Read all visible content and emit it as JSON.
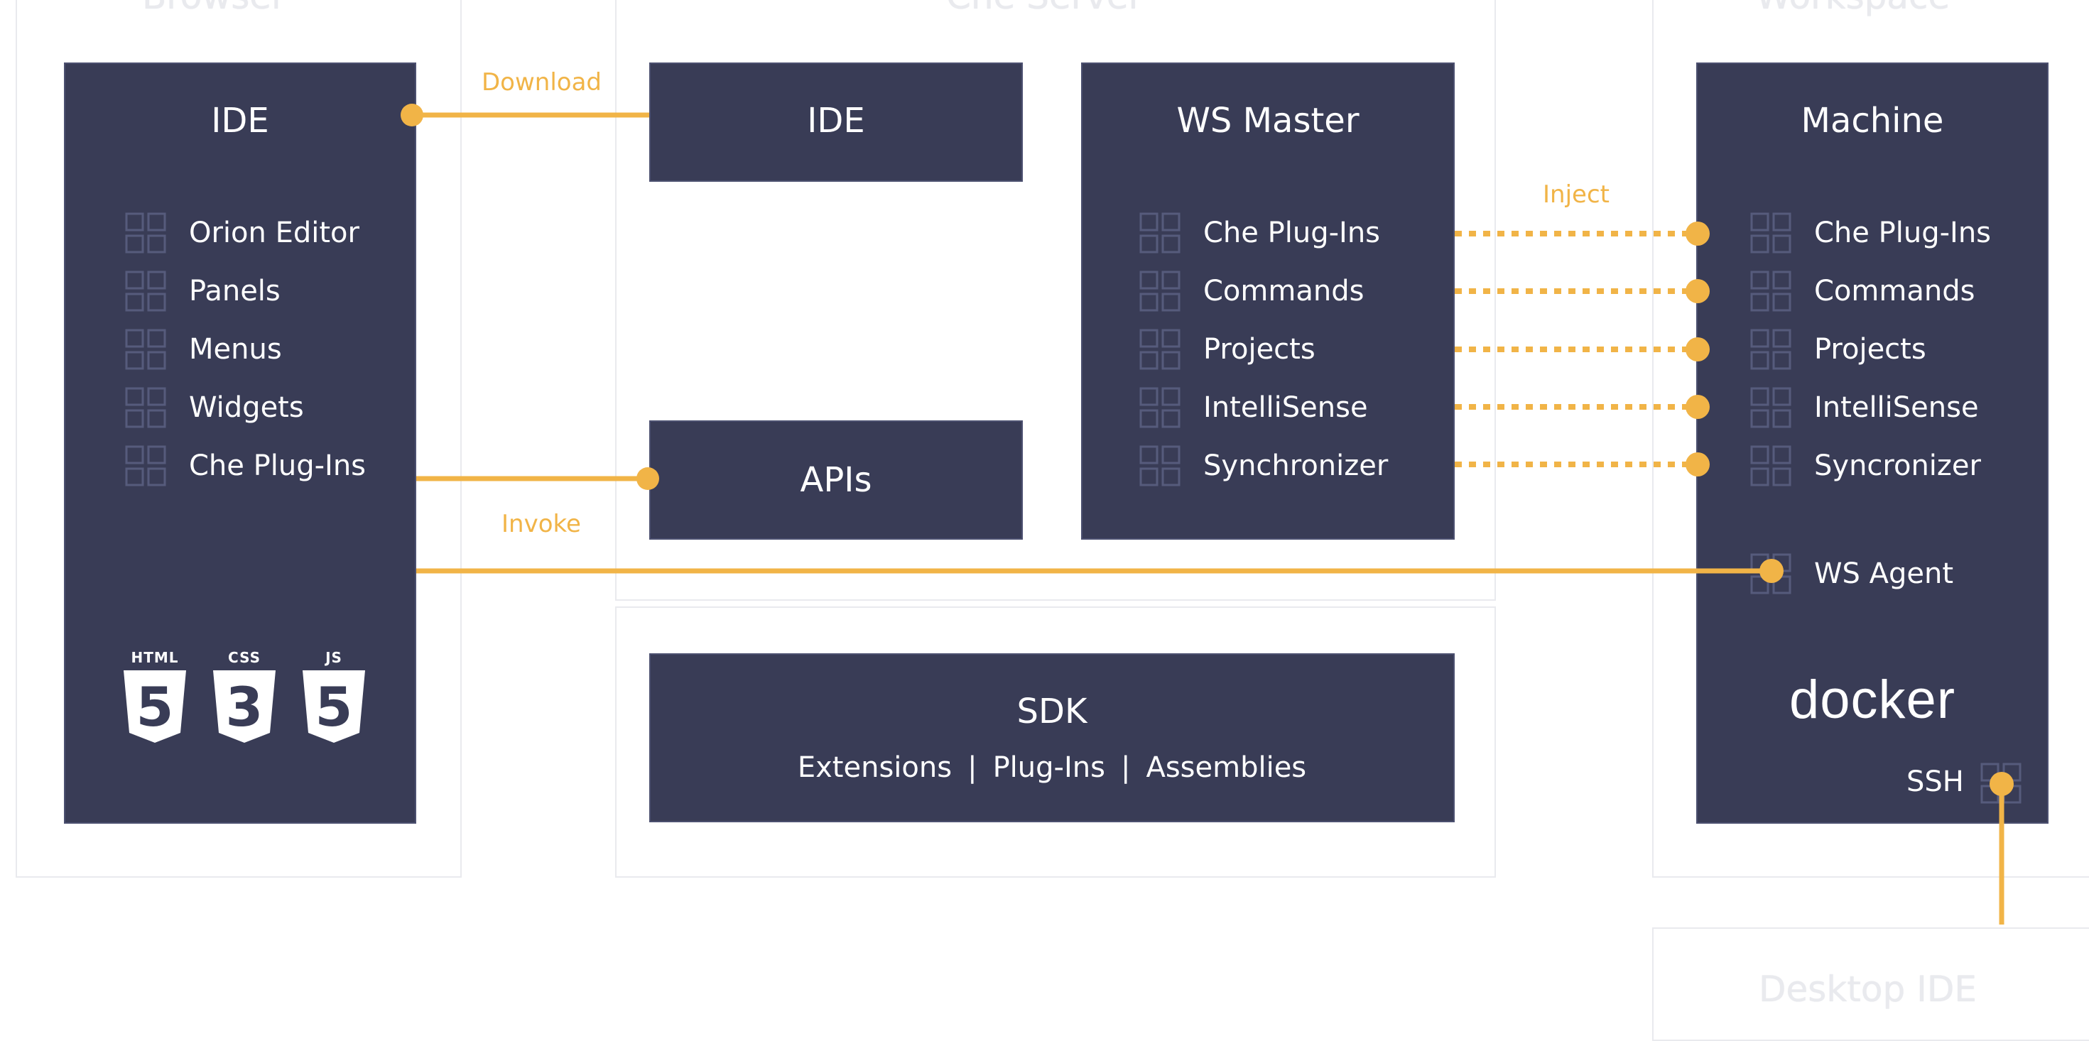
{
  "regions": {
    "browser": "Browser",
    "che_server": "Che Server",
    "workspace": "Workspace",
    "desktop_ide": "Desktop IDE"
  },
  "browser_ide": {
    "title": "IDE",
    "items": [
      "Orion Editor",
      "Panels",
      "Menus",
      "Widgets",
      "Che Plug-Ins"
    ],
    "logos": [
      "HTML",
      "CSS",
      "JS"
    ]
  },
  "server_ide": {
    "title": "IDE"
  },
  "apis": {
    "title": "APIs"
  },
  "ws_master": {
    "title": "WS Master",
    "items": [
      "Che Plug-Ins",
      "Commands",
      "Projects",
      "IntelliSense",
      "Synchronizer"
    ]
  },
  "machine": {
    "title": "Machine",
    "items": [
      "Che Plug-Ins",
      "Commands",
      "Projects",
      "IntelliSense",
      "Syncronizer"
    ],
    "ws_agent": "WS Agent",
    "docker_logo": "docker",
    "ssh": "SSH"
  },
  "sdk": {
    "title": "SDK",
    "parts": [
      "Extensions",
      "Plug-Ins",
      "Assemblies"
    ],
    "separator": "|"
  },
  "connections": {
    "download": "Download",
    "invoke": "Invoke",
    "inject": "Inject"
  },
  "colors": {
    "box_fill": "#393c56",
    "accent": "#f1b447",
    "outline": "#e9eaee",
    "icon": "#565b7c"
  }
}
